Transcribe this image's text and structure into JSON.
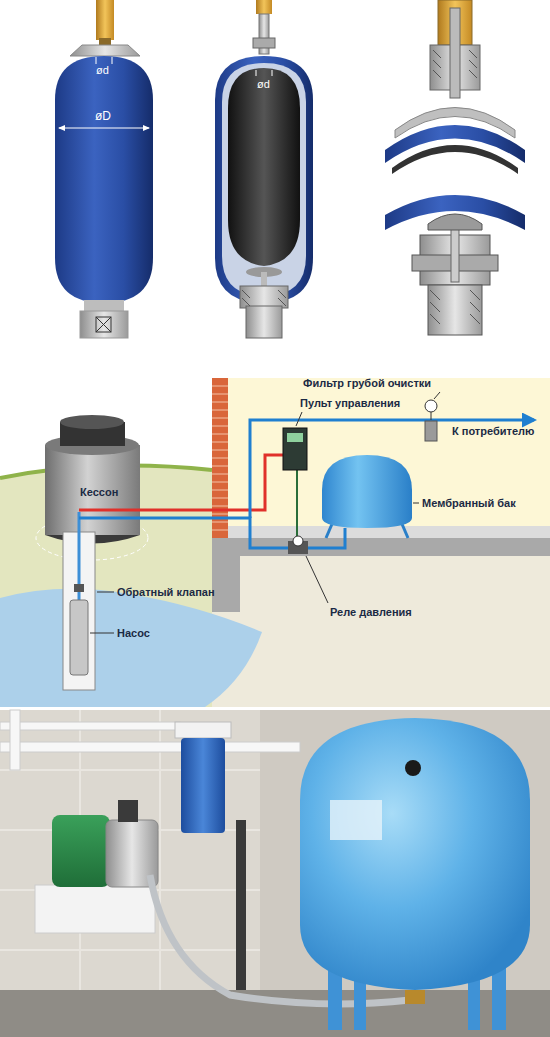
{
  "diagram": {
    "labels": [
      "ød",
      "øD",
      "ød",
      "Фильтр грубой очистки",
      "Пульт управления",
      "К потребителю",
      "Мембранный бак",
      "Кессон",
      "Обратный клапан",
      "Насос",
      "Реле давления"
    ]
  }
}
